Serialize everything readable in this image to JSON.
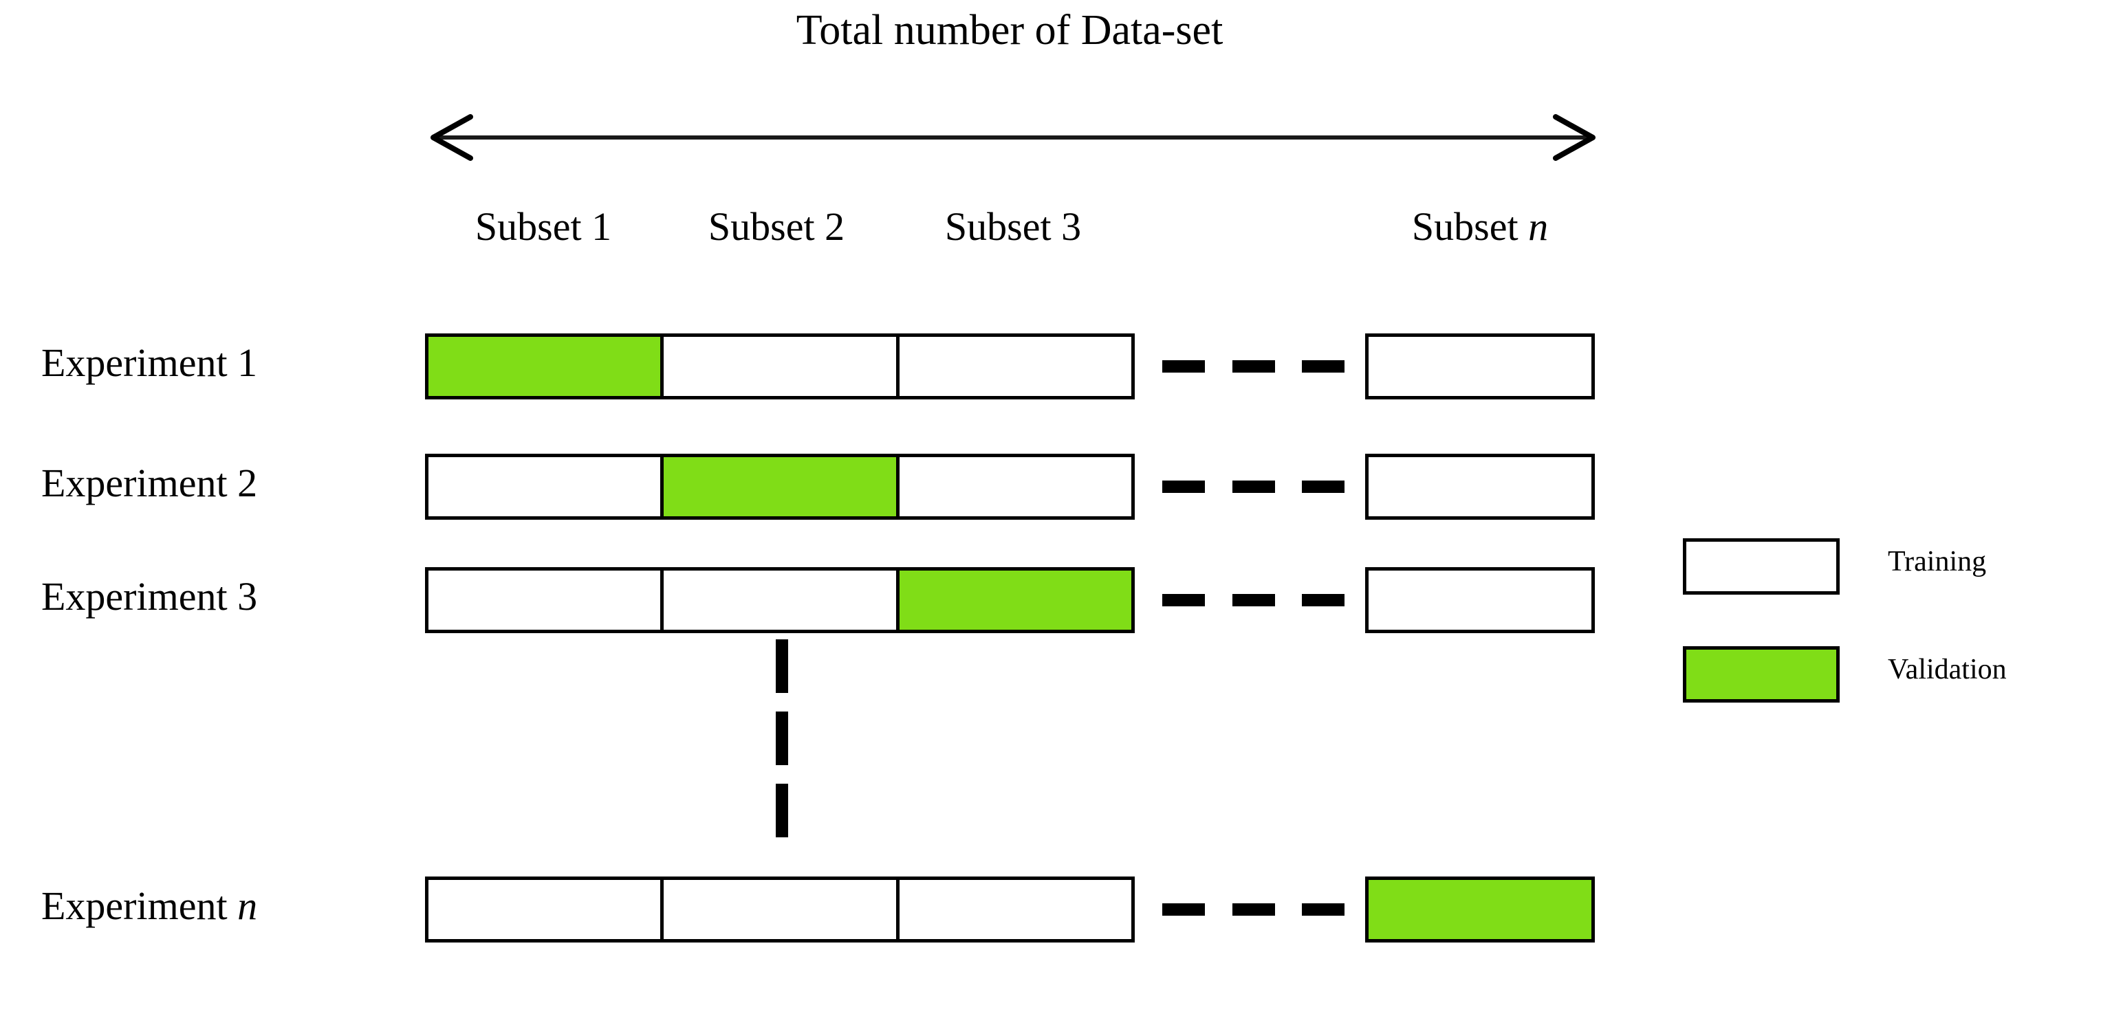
{
  "figure": {
    "title": "Total number of Data-set",
    "span_arrow": "double-headed-horizontal-arrow"
  },
  "colors": {
    "validation": "#80DD17",
    "training": "#FFFFFF",
    "stroke": "#000000"
  },
  "subsets": {
    "headers": [
      {
        "label": "Subset 1",
        "italic_suffix": ""
      },
      {
        "label": "Subset 2",
        "italic_suffix": ""
      },
      {
        "label": "Subset 3",
        "italic_suffix": ""
      },
      {
        "label": "Subset ",
        "italic_suffix": "n"
      }
    ]
  },
  "rows": [
    {
      "label": "Experiment 1",
      "italic_suffix": "",
      "cells": [
        "validation",
        "training",
        "training"
      ],
      "tail": "training",
      "ellipsis": "horizontal-dashes"
    },
    {
      "label": "Experiment 2",
      "italic_suffix": "",
      "cells": [
        "training",
        "validation",
        "training"
      ],
      "tail": "training",
      "ellipsis": "horizontal-dashes"
    },
    {
      "label": "Experiment 3",
      "italic_suffix": "",
      "cells": [
        "training",
        "training",
        "validation"
      ],
      "tail": "training",
      "ellipsis": "horizontal-dashes"
    },
    {
      "label": "Experiment ",
      "italic_suffix": "n",
      "cells": [
        "training",
        "training",
        "training"
      ],
      "tail": "validation",
      "ellipsis": "horizontal-dashes"
    }
  ],
  "vertical_ellipsis": "vertical-dashes",
  "legend": {
    "items": [
      {
        "label": "Training",
        "swatch": "training"
      },
      {
        "label": "Validation",
        "swatch": "validation"
      }
    ]
  },
  "chart_data": {
    "type": "table",
    "title": "Total number of Data-set",
    "description": "k-fold cross-validation schematic: the full data-set is split into n subsets; in each experiment one subset is used for validation and the rest for training.",
    "columns": [
      "Subset 1",
      "Subset 2",
      "Subset 3",
      "Subset n"
    ],
    "row_labels": [
      "Experiment 1",
      "Experiment 2",
      "Experiment 3",
      "Experiment n"
    ],
    "values": [
      [
        "validation",
        "training",
        "training",
        "training"
      ],
      [
        "training",
        "validation",
        "training",
        "training"
      ],
      [
        "training",
        "training",
        "validation",
        "training"
      ],
      [
        "training",
        "training",
        "training",
        "validation"
      ]
    ],
    "legend": [
      "Training",
      "Validation"
    ],
    "legend_position": "right"
  }
}
